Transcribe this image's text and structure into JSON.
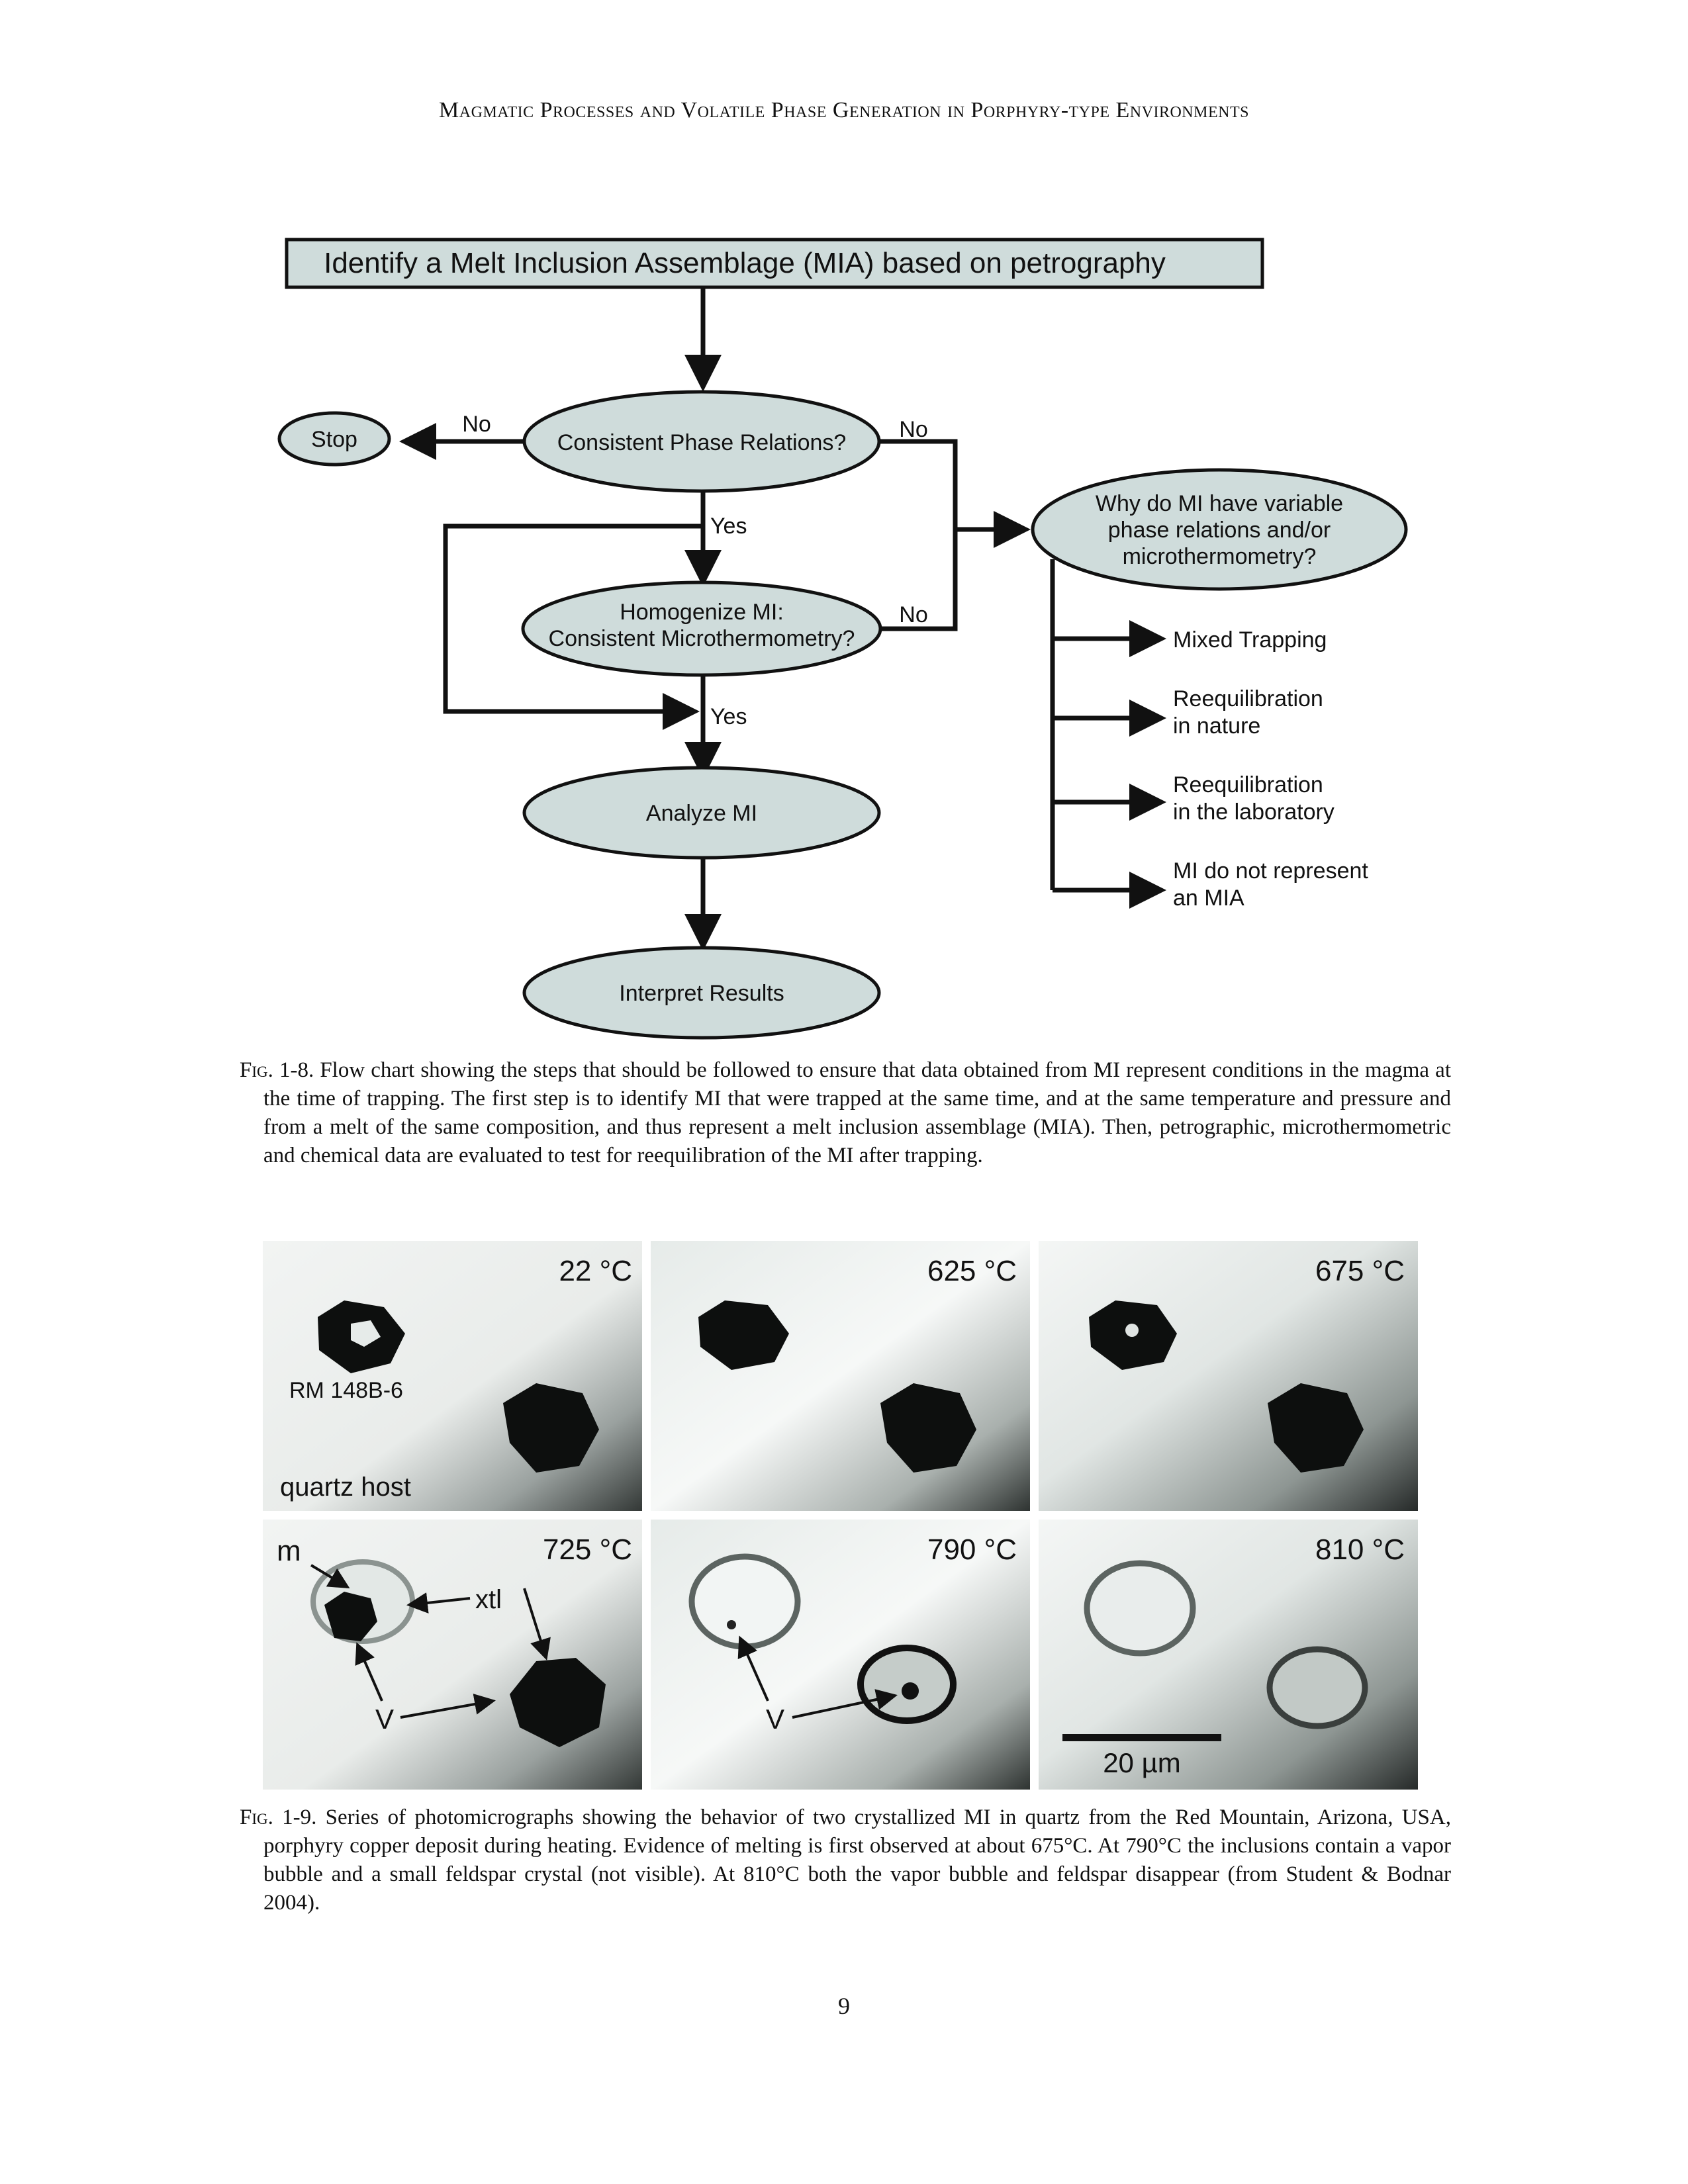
{
  "running_head": "Magmatic Processes and Volatile Phase Generation in Porphyry-type Environments",
  "flowchart": {
    "identify": "Identify a Melt Inclusion Assemblage (MIA) based on petrography",
    "stop": "Stop",
    "no_left": "No",
    "consistent_phase": "Consistent Phase Relations?",
    "no_right_top": "No",
    "yes_1": "Yes",
    "why_line1": "Why do MI have variable",
    "why_line2": "phase relations and/or",
    "why_line3": "microthermometry?",
    "homogenize_line1": "Homogenize MI:",
    "homogenize_line2": "Consistent Microthermometry?",
    "no_right_mid": "No",
    "yes_2": "Yes",
    "analyze": "Analyze MI",
    "interpret": "Interpret Results",
    "reasons": {
      "mixed_trapping": "Mixed Trapping",
      "reeq_nature_1": "Reequilibration",
      "reeq_nature_2": "in nature",
      "reeq_lab_1": "Reequilibration",
      "reeq_lab_2": "in the laboratory",
      "not_mia_1": "MI do not represent",
      "not_mia_2": "an MIA"
    }
  },
  "caption_1_8": {
    "label": "Fig. 1-8.",
    "text": "Flow chart showing the steps that should be followed to ensure that data obtained from MI represent conditions in the magma at the time of trapping. The first step is to identify MI that were trapped at the same time, and at the same temperature and pressure and from a melt of the same composition, and thus represent a melt inclusion assemblage (MIA). Then, petrographic, microthermometric and chemical data are evaluated to test for reequilibration of the MI after trapping."
  },
  "photos": {
    "temps": [
      "22 °C",
      "625 °C",
      "675 °C",
      "725 °C",
      "790 °C",
      "810 °C"
    ],
    "sample_label": "RM 148B-6",
    "host_label": "quartz host",
    "m_label": "m",
    "xtl_label": "xtl",
    "v_label_1": "V",
    "v_label_2": "V",
    "scale_label": "20 µm"
  },
  "caption_1_9": {
    "label": "Fig. 1-9.",
    "text": "Series of photomicrographs showing the behavior of two crystallized MI in quartz from the Red Mountain, Arizona, USA, porphyry copper deposit during heating.  Evidence of melting is first observed at about 675°C. At 790°C the inclusions contain a vapor bubble and a small feldspar crystal (not visible). At 810°C both the vapor bubble and feldspar disappear (from Student & Bodnar 2004)."
  },
  "page_number": "9"
}
